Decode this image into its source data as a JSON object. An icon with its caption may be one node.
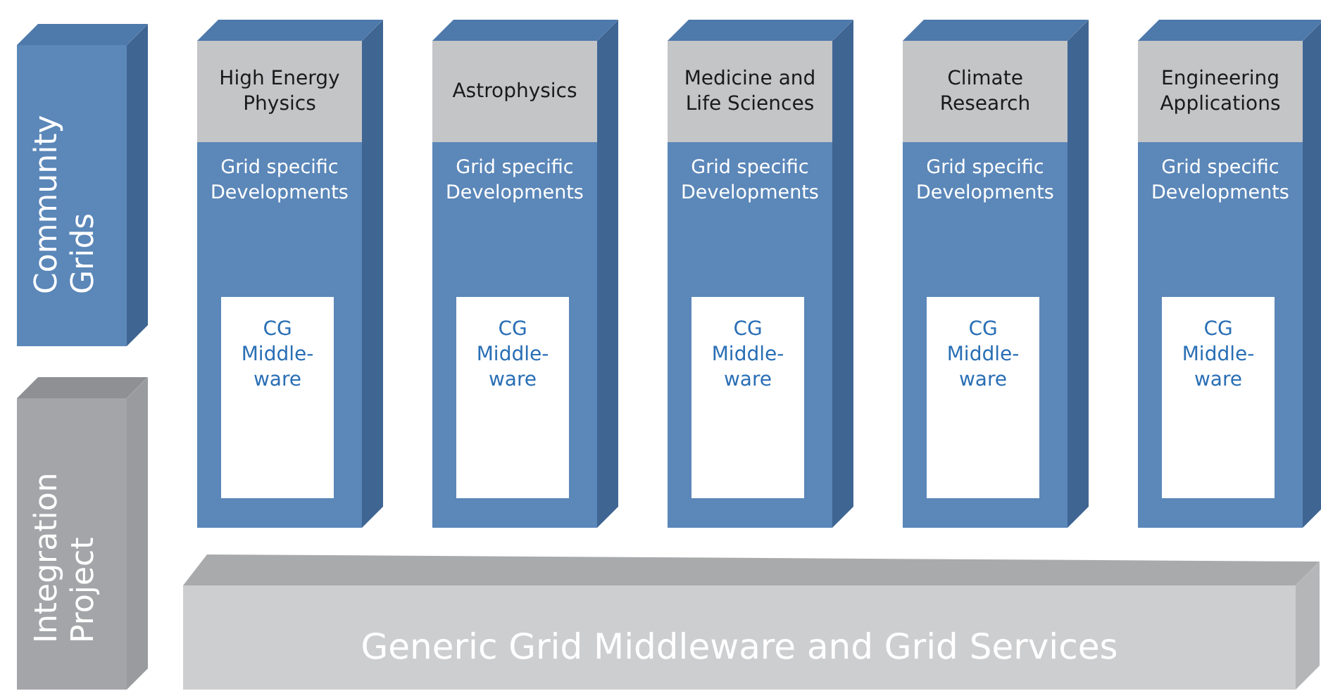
{
  "diagram": {
    "nodes": [
      {
        "text": [
          "Community Grids"
        ]
      },
      {
        "text": [
          "Integration Project"
        ]
      },
      {
        "text": [
          "Grid specific Developments"
        ]
      },
      {
        "text": [
          "High Energy Physics"
        ],
        "in": 2
      },
      {
        "text": [
          "CG Middle-ware"
        ],
        "in": 2
      },
      {
        "text": [
          "Grid specific Developments"
        ]
      },
      {
        "text": [
          "Astrophysics"
        ],
        "in": 5
      },
      {
        "text": [
          "CG Middle-ware"
        ],
        "in": 5
      },
      {
        "text": [
          "Grid specific Developments"
        ]
      },
      {
        "text": [
          "Medicine and Life Sciences"
        ],
        "in": 8
      },
      {
        "text": [
          "CG Middle-ware"
        ],
        "in": 8
      },
      {
        "text": [
          "Grid specific Developments"
        ]
      },
      {
        "text": [
          "Climate Research"
        ],
        "in": 11
      },
      {
        "text": [
          "CG Middle-ware"
        ],
        "in": 11
      },
      {
        "text": [
          "Grid specific Developments"
        ]
      },
      {
        "text": [
          "Engineering Applications"
        ],
        "in": 14
      },
      {
        "text": [
          "CG Middle-ware"
        ],
        "in": 14
      },
      {
        "text": [
          "Generic Grid Middleware and Grid Services"
        ]
      }
    ]
  }
}
